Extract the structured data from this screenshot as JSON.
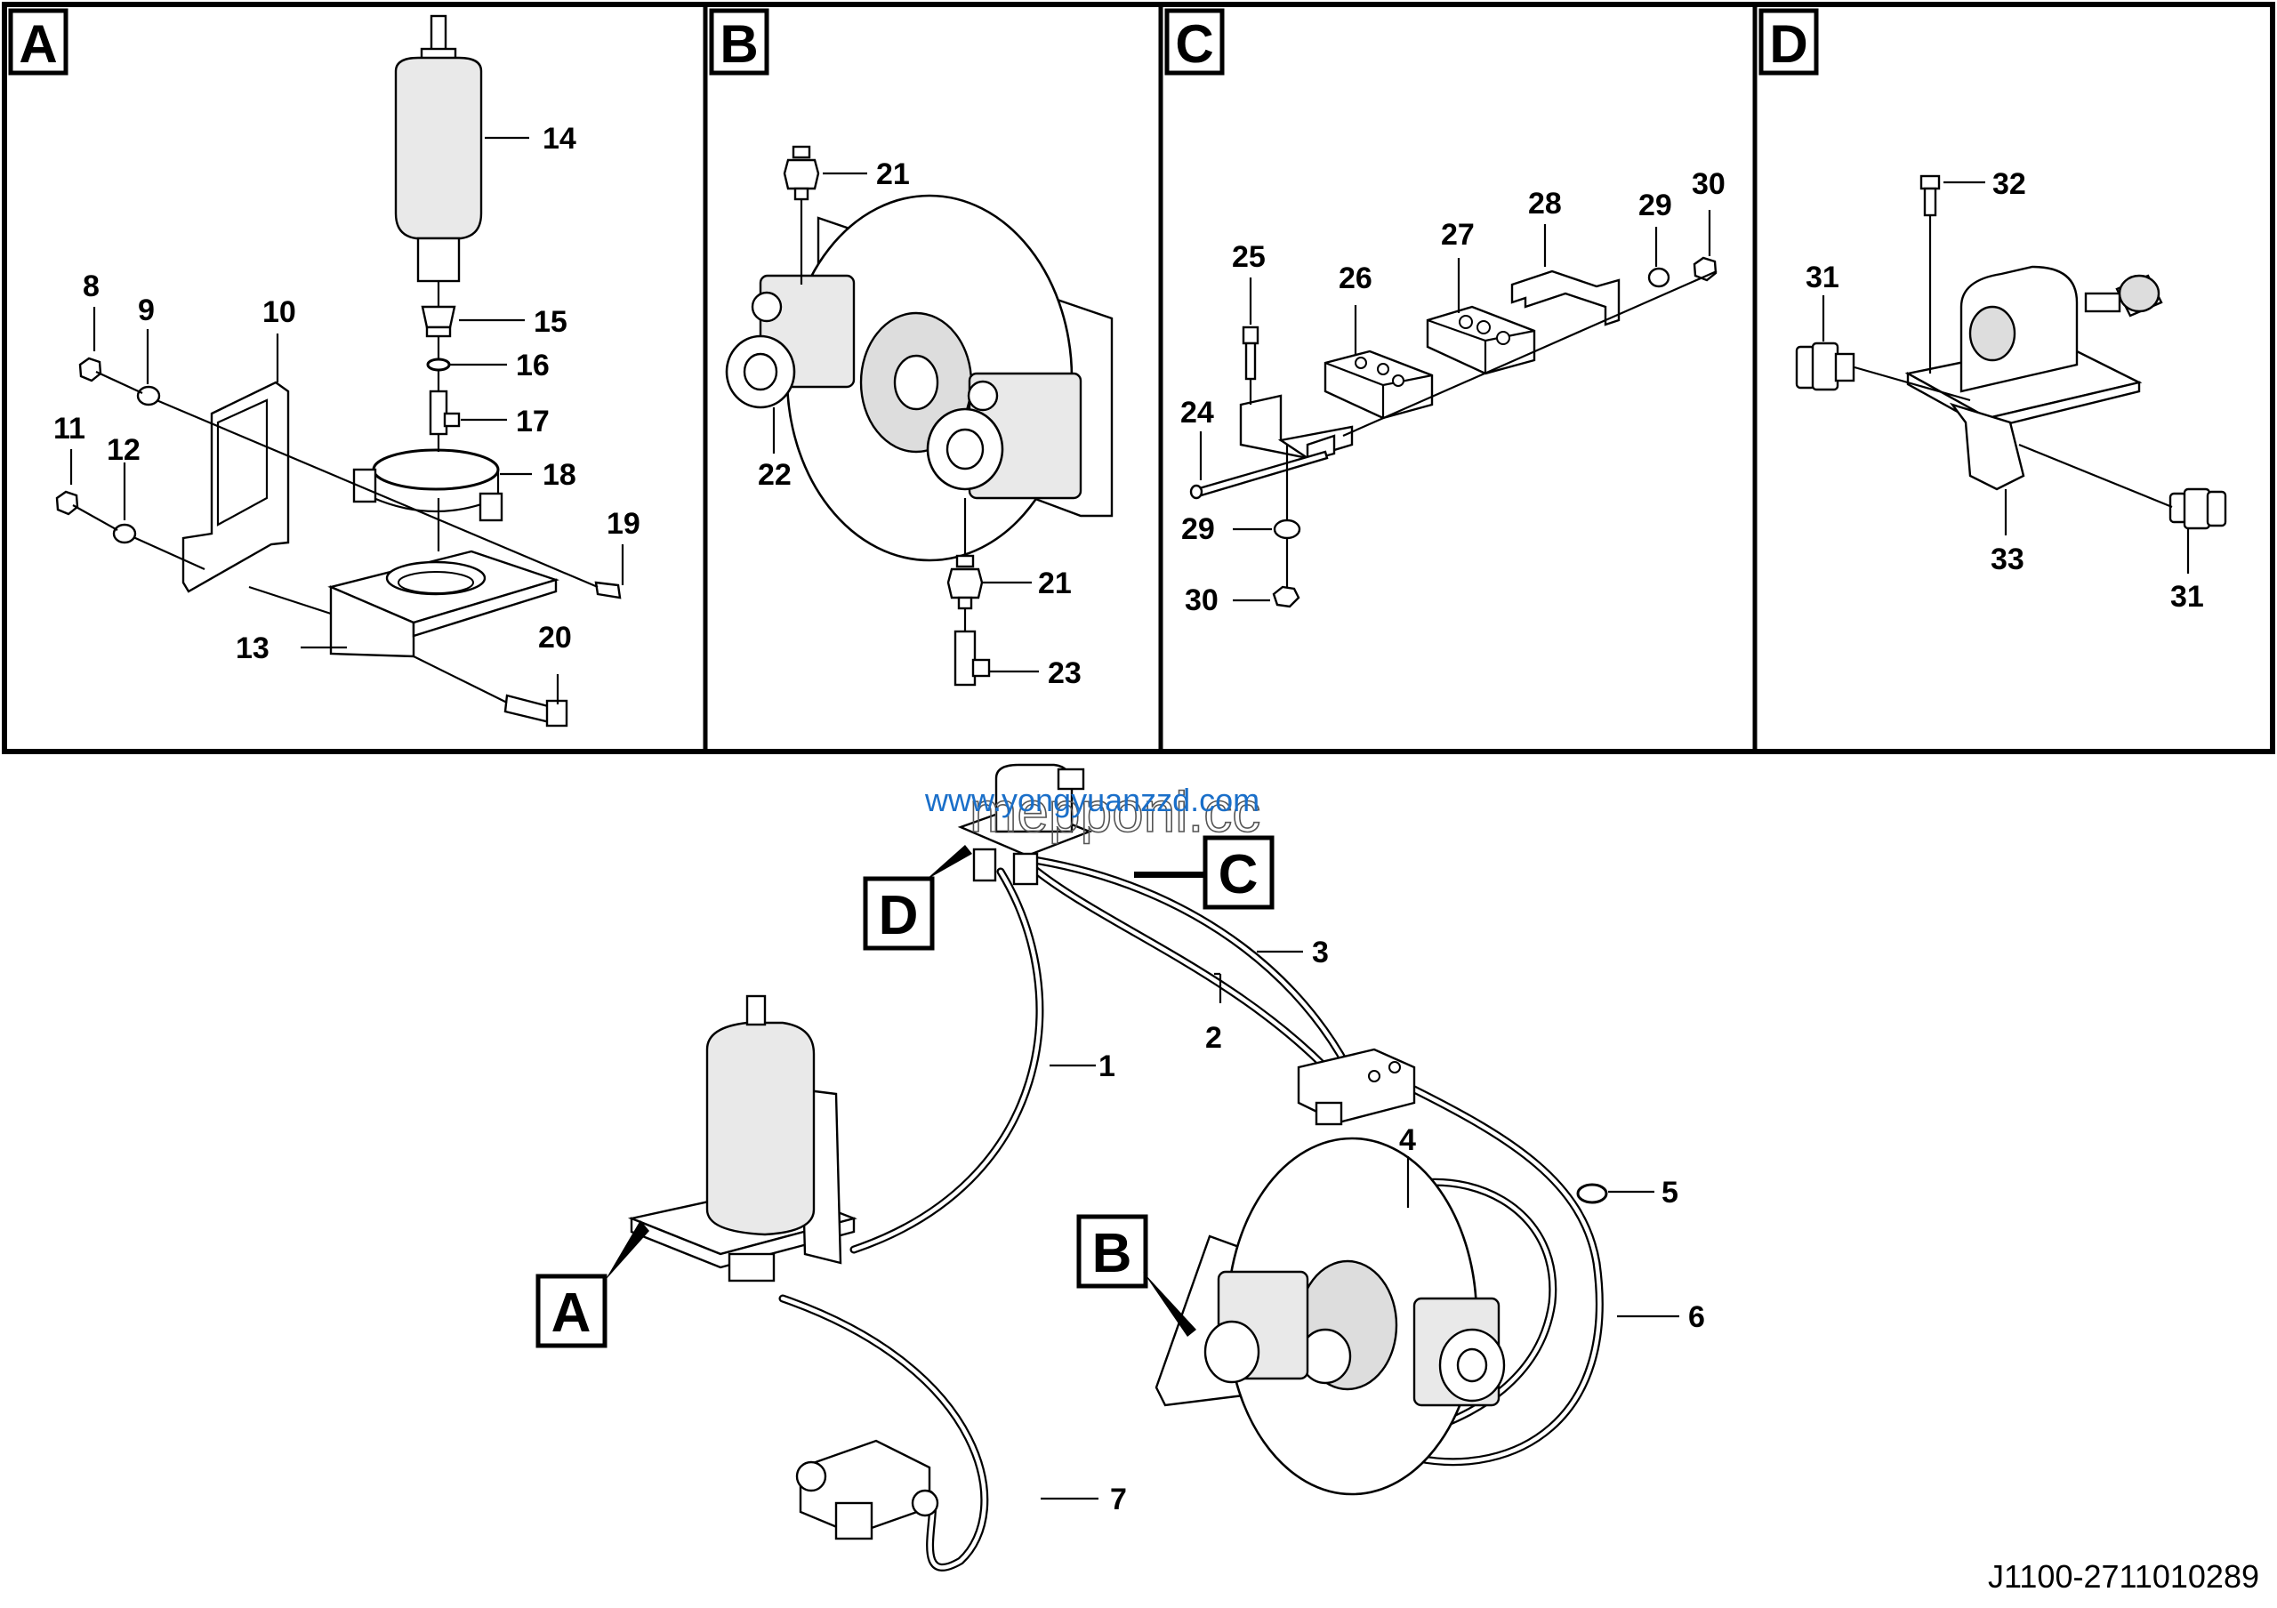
{
  "panels": [
    {
      "letter": "A"
    },
    {
      "letter": "B"
    },
    {
      "letter": "C"
    },
    {
      "letter": "D"
    }
  ],
  "panelA_labels": [
    "14",
    "15",
    "16",
    "17",
    "18",
    "8",
    "9",
    "10",
    "11",
    "12",
    "13",
    "19",
    "20"
  ],
  "panelB_labels": [
    "21",
    "22",
    "21",
    "23"
  ],
  "panelC_labels": [
    "25",
    "26",
    "27",
    "28",
    "29",
    "30",
    "24",
    "29",
    "30"
  ],
  "panelD_labels": [
    "32",
    "31",
    "33",
    "31"
  ],
  "main_labels": [
    "1",
    "2",
    "3",
    "4",
    "5",
    "6",
    "7"
  ],
  "callouts": [
    "A",
    "B",
    "C",
    "D"
  ],
  "watermark": {
    "line1": "www.yongyuanzzd.com",
    "line2": "mepponi.cc"
  },
  "drawing_code": "J1100-2711010289",
  "colors": {
    "line": "#000000",
    "watermark": "#1a6fc9",
    "background": "#ffffff"
  }
}
